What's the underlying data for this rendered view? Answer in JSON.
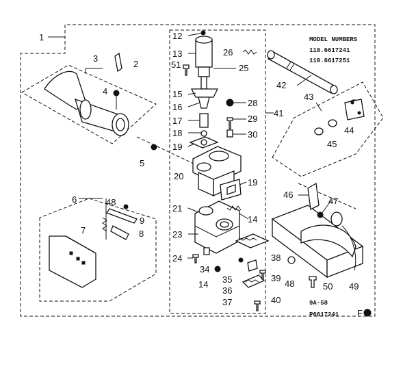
{
  "model_header": "MODEL NUMBERS",
  "model_numbers": [
    "110.6617241",
    "110.6617251"
  ],
  "callouts": {
    "c1": "1",
    "c2": "2",
    "c3": "3",
    "c4": "4",
    "c5": "5",
    "c6": "6",
    "c7": "7",
    "c8": "8",
    "c9": "9",
    "c12": "12",
    "c13": "13",
    "c14a": "14",
    "c14b": "14",
    "c15": "15",
    "c16": "16",
    "c17": "17",
    "c18": "18",
    "c19a": "19",
    "c19b": "19",
    "c20": "20",
    "c21": "21",
    "c23": "23",
    "c24": "24",
    "c25": "25",
    "c26": "26",
    "c28": "28",
    "c29": "29",
    "c30": "30",
    "c34": "34",
    "c35": "35",
    "c36": "36",
    "c37": "37",
    "c38": "38",
    "c39": "39",
    "c40": "40",
    "c41": "41",
    "c42": "42",
    "c43": "43",
    "c44": "44",
    "c45": "45",
    "c46": "46",
    "c47": "47",
    "c48a": "48",
    "c48b": "48",
    "c49": "49",
    "c50": "50",
    "c51": "51"
  },
  "footer": {
    "code": "9A-58",
    "part_code": "P6617241",
    "page": "F"
  }
}
